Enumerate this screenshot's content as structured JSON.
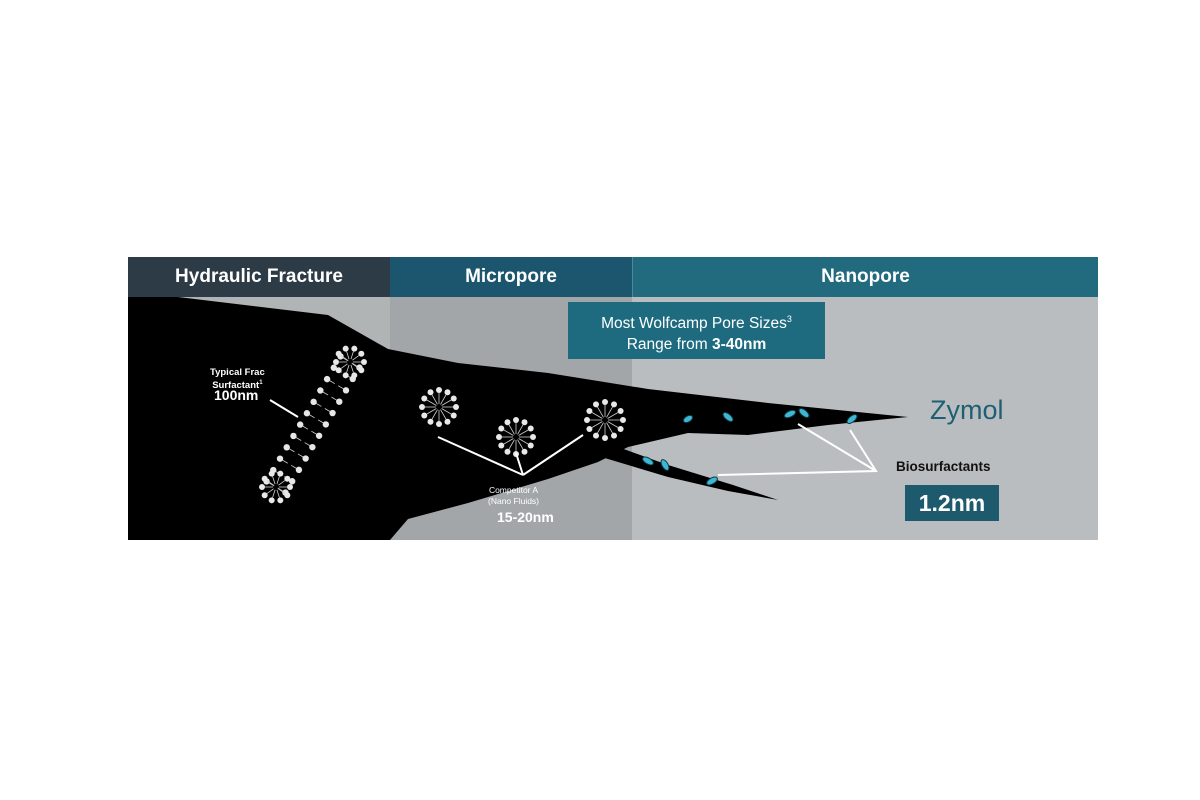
{
  "headers": {
    "hydraulic_fracture": "Hydraulic Fracture",
    "micropore": "Micropore",
    "nanopore": "Nanopore"
  },
  "callout": {
    "line1": "Most Wolfcamp Pore Sizes",
    "line1_sup": "3",
    "line2_prefix": "Range from ",
    "line2_value": "3-40nm"
  },
  "typical_frac": {
    "label_line1": "Typical Frac",
    "label_line2": "Surfactant",
    "label_sup": "1",
    "size": "100nm"
  },
  "competitor": {
    "label_line1": "Competitor A",
    "label_line2": "(Nano Fluids)",
    "size": "15-20nm"
  },
  "zymol": {
    "brand": "Zymol",
    "label": "Biosurfactants",
    "size": "1.2nm"
  },
  "colors": {
    "fracture_header": "#2d3b47",
    "micropore_header": "#1b566e",
    "nanopore_header": "#226b7f",
    "channel": "#000000",
    "biosurfactant": "#3fb6d4",
    "size_box": "#1e5a6e"
  }
}
